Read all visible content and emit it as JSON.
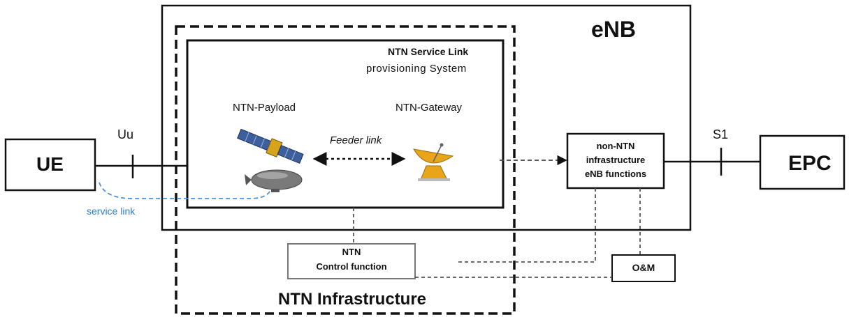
{
  "labels": {
    "ue": "UE",
    "epc": "EPC",
    "enb": "eNB",
    "uu": "Uu",
    "s1": "S1",
    "service_link": "service link",
    "ntn_service_link_line1": "NTN Service Link",
    "ntn_service_link_line2": "provisioning System",
    "ntn_payload": "NTN-Payload",
    "ntn_gateway": "NTN-Gateway",
    "feeder_link": "Feeder link",
    "non_ntn_line1": "non-NTN",
    "non_ntn_line2": "infrastructure",
    "non_ntn_line3": "eNB functions",
    "ntn_control_line1": "NTN",
    "ntn_control_line2": "Control function",
    "om": "O&M",
    "ntn_infrastructure": "NTN Infrastructure"
  },
  "colors": {
    "line": "#111111",
    "dashed_gray": "#555555",
    "service_link": "#2f7fc8",
    "gateway_dish": "#e8a51a",
    "satellite_panel": "#3d5f9e",
    "satellite_body": "#d9a21b",
    "airship": "#6c6c6c"
  },
  "icons": {
    "satellite": "satellite-icon",
    "airship": "airship-icon",
    "dish": "satellite-dish-icon"
  }
}
